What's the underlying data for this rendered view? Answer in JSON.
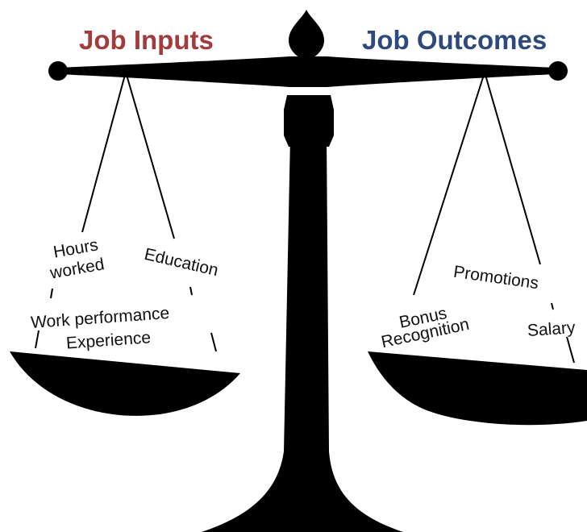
{
  "colors": {
    "inputs_heading": "#a23b3b",
    "outcomes_heading": "#2e4a7c",
    "scale": "#000000",
    "background": "#ffffff"
  },
  "headings": {
    "inputs": "Job Inputs",
    "outcomes": "Job Outcomes"
  },
  "inputs_items": {
    "hours_line1": "Hours",
    "hours_line2": "worked",
    "education": "Education",
    "work_performance": "Work performance",
    "experience": "Experience"
  },
  "outcomes_items": {
    "promotions": "Promotions",
    "bonus": "Bonus",
    "recognition": "Recognition",
    "salary": "Salary"
  }
}
